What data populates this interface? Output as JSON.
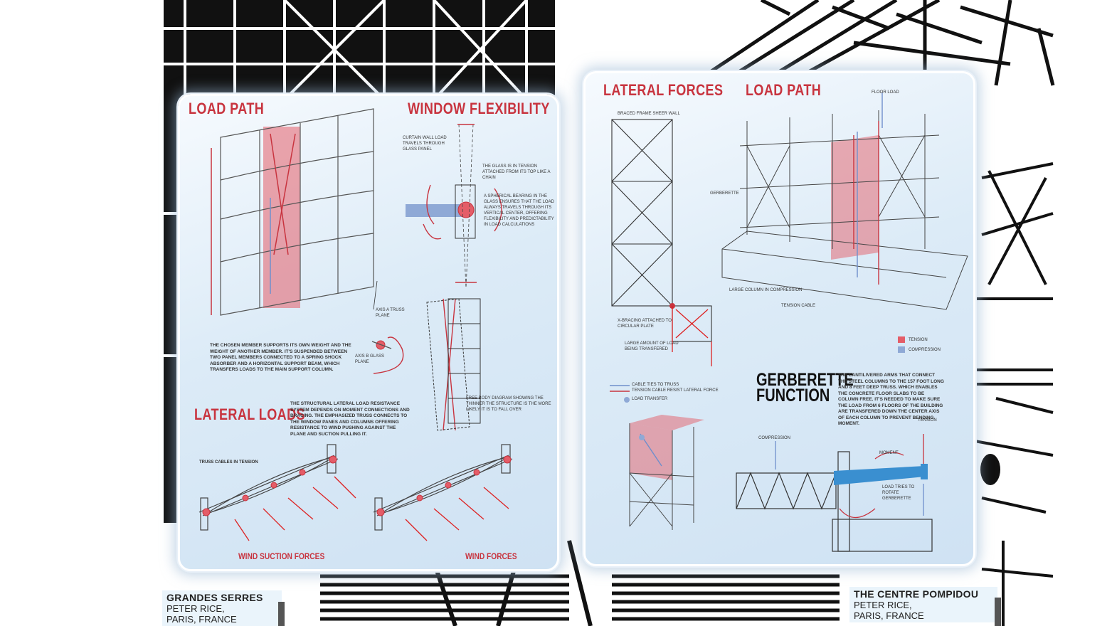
{
  "colors": {
    "tension": "#e45d68",
    "compression": "#8fa9d6",
    "heading_red": "#c8343f",
    "panel_blue": "#d7e8f5"
  },
  "left_panel": {
    "load_path": {
      "title": "LOAD PATH",
      "description": "THE CHOSEN MEMBER SUPPORTS ITS OWN WEIGHT AND THE WEIGHT OF ANOTHER MEMBER. IT'S SUSPENDED BETWEEN TWO PANEL MEMBERS CONNECTED TO A SPRING SHOCK ABSORBER AND A HORIZONTAL SUPPORT BEAM, WHICH TRANSFERS LOADS TO THE MAIN SUPPORT COLUMN.",
      "axis_a": "AXIS A TRUSS PLANE",
      "axis_b": "AXIS B GLASS PLANE"
    },
    "window_flexibility": {
      "title": "WINDOW FLEXIBILITY",
      "note_1": "CURTAIN WALL LOAD TRAVELS THROUGH GLASS PANEL",
      "note_2": "THE GLASS IS IN TENSION ATTACHED FROM ITS TOP LIKE A CHAIN",
      "note_3": "A SPHERICAL BEARING IN THE GLASS ENSURES THAT THE LOAD ALWAYS TRAVELS THROUGH ITS VERTICAL CENTER, OFFERING FLEXIBILITY AND PREDICTABILITY IN LOAD CALCULATIONS",
      "note_4": "FREE BODY DIAGRAM SHOWING THE THINNER THE STRUCTURE IS THE MORE LIKELY IT IS TO FALL OVER"
    },
    "lateral_loads": {
      "title": "LATERAL LOADS",
      "description": "THE STRUCTURAL LATERAL LOAD RESISTANCE SYSTEM DEPENDS ON MOMENT CONNECTIONS AND BRACING. THE EMPHASIZED TRUSS CONNECTS TO THE WINDOW PANES AND COLUMNS OFFERING RESISTANCE TO WIND PUSHING AGAINST THE PLANE AND SUCTION PULLING IT.",
      "truss_label": "TRUSS CABLES IN TENSION",
      "caption_left": "WIND SUCTION FORCES",
      "caption_right": "WIND FORCES"
    }
  },
  "right_panel": {
    "lateral_forces": {
      "title": "LATERAL FORCES",
      "braced_frame": "BRACED FRAME SHEER WALL",
      "x_bracing": "X-BRACING ATTACHED TO CIRCULAR PLATE",
      "large_load": "LARGE AMOUNT OF LOAD BEING TRANSFERED"
    },
    "load_path": {
      "title": "LOAD PATH",
      "floor_load": "FLOOR LOAD",
      "gerberette": "GERBERETTE",
      "large_column": "LARGE COLUMN IN COMPRESSION",
      "tension_cable": "TENSION CABLE"
    },
    "legend": {
      "tension": "TENSION",
      "compression": "COMPRESSION",
      "cable_ties": "CABLE TIES TO TRUSS",
      "tension_cable": "TENSION CABLE RESIST LATERAL FORCE",
      "load_transfer": "LOAD TRANSFER"
    },
    "gerberette_function": {
      "title_line1": "GERBERETTE",
      "title_line2": "FUNCTION",
      "description": "THE CANTILIVERED ARMS THAT CONNECT THE STEEL COLUMNS TO THE 157 FOOT LONG AND 8 FEET DEEP TRUSS. WHICH ENABLES THE CONCRETE FLOOR SLABS TO BE COLUMN FREE. IT'S NEEDED TO MAKE SURE THE LOAD FROM 6 FLOORS OF THE BUILDING ARE TRANSFERED DOWN THE CENTER AXIS OF EACH COLUMN TO PREVENT BENDING MOMENT.",
      "compression": "COMPRESSION",
      "tension": "TENSION",
      "moment": "MOMENT",
      "load_tries": "LOAD TRIES TO ROTATE GERBERETTE"
    }
  },
  "project_labels": {
    "left": {
      "title": "GRANDES SERRES",
      "line1": "PETER RICE,",
      "line2": "PARIS, FRANCE"
    },
    "right": {
      "title": "THE CENTRE POMPIDOU",
      "line1": "PETER RICE,",
      "line2": "PARIS, FRANCE"
    }
  }
}
